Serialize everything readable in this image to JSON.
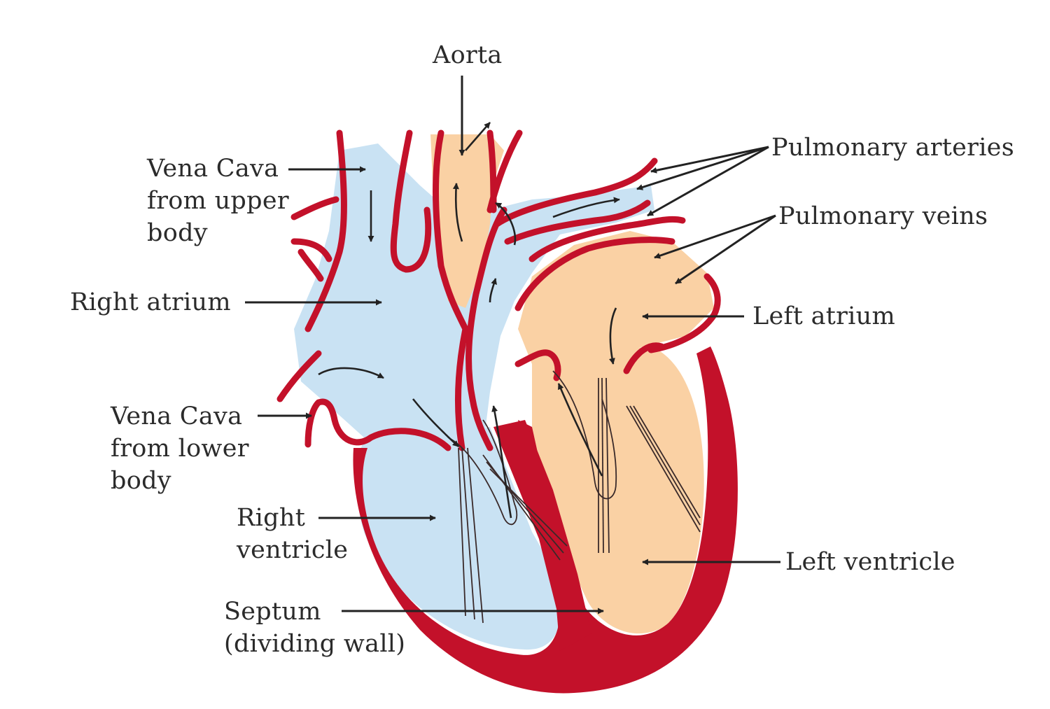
{
  "diagram": {
    "colors": {
      "muscle": "#c3112a",
      "deoxygenated": "#c9e2f3",
      "oxygenated": "#fad1a4",
      "label_text": "#2b2b2b",
      "arrow": "#222222"
    },
    "labels": {
      "aorta": "Aorta",
      "pulmonary_arteries": "Pulmonary arteries",
      "pulmonary_veins": "Pulmonary veins",
      "vena_cava_upper": [
        "Vena Cava",
        "from upper",
        "body"
      ],
      "right_atrium": "Right atrium",
      "left_atrium": "Left atrium",
      "vena_cava_lower": [
        "Vena Cava",
        "from lower",
        "body"
      ],
      "right_ventricle": [
        "Right",
        "ventricle"
      ],
      "left_ventricle": "Left ventricle",
      "septum": [
        "Septum",
        "(dividing wall)"
      ]
    }
  }
}
